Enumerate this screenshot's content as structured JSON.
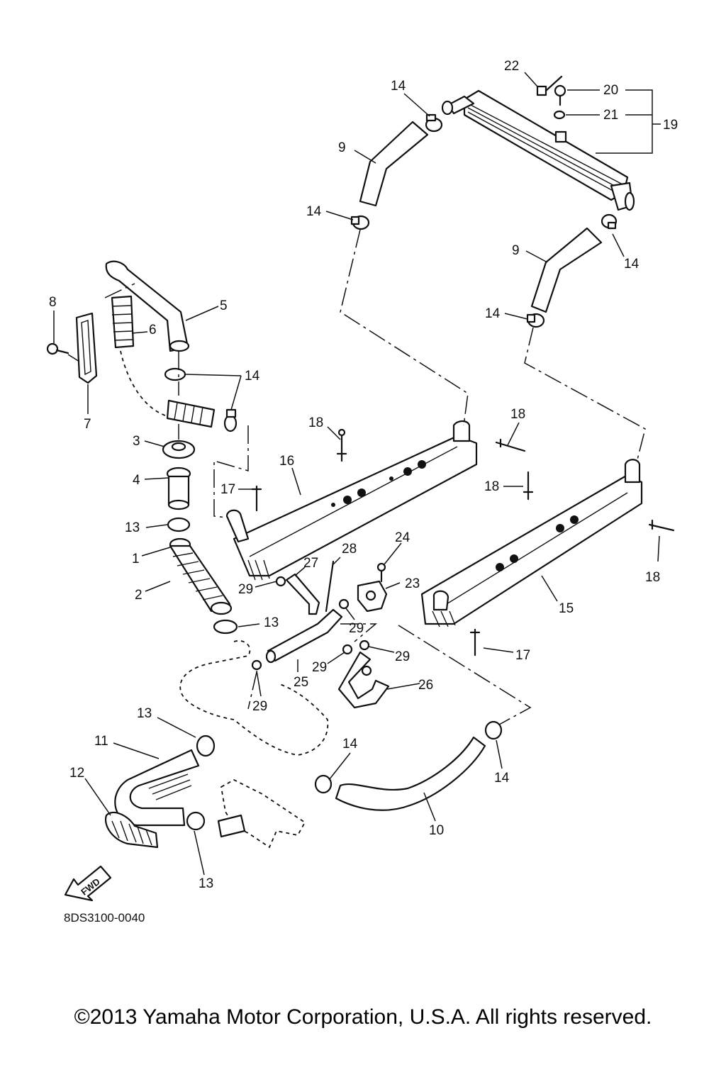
{
  "diagram": {
    "callouts": [
      {
        "id": "c22",
        "text": "22"
      },
      {
        "id": "c14a",
        "text": "14"
      },
      {
        "id": "c20",
        "text": "20"
      },
      {
        "id": "c21",
        "text": "21"
      },
      {
        "id": "c19",
        "text": "19"
      },
      {
        "id": "c9a",
        "text": "9"
      },
      {
        "id": "c14b",
        "text": "14"
      },
      {
        "id": "c9b",
        "text": "9"
      },
      {
        "id": "c14c",
        "text": "14"
      },
      {
        "id": "c8",
        "text": "8"
      },
      {
        "id": "c5",
        "text": "5"
      },
      {
        "id": "c14d",
        "text": "14"
      },
      {
        "id": "c6",
        "text": "6"
      },
      {
        "id": "c14e",
        "text": "14"
      },
      {
        "id": "c7",
        "text": "7"
      },
      {
        "id": "c18a",
        "text": "18"
      },
      {
        "id": "c18b",
        "text": "18"
      },
      {
        "id": "c3",
        "text": "3"
      },
      {
        "id": "c16",
        "text": "16"
      },
      {
        "id": "c18c",
        "text": "18"
      },
      {
        "id": "c4",
        "text": "4"
      },
      {
        "id": "c17a",
        "text": "17"
      },
      {
        "id": "c13a",
        "text": "13"
      },
      {
        "id": "c24",
        "text": "24"
      },
      {
        "id": "c28",
        "text": "28"
      },
      {
        "id": "c1",
        "text": "1"
      },
      {
        "id": "c27",
        "text": "27"
      },
      {
        "id": "c23",
        "text": "23"
      },
      {
        "id": "c18d",
        "text": "18"
      },
      {
        "id": "c29a",
        "text": "29"
      },
      {
        "id": "c2",
        "text": "2"
      },
      {
        "id": "c15",
        "text": "15"
      },
      {
        "id": "c13b",
        "text": "13"
      },
      {
        "id": "c29b",
        "text": "29"
      },
      {
        "id": "c17b",
        "text": "17"
      },
      {
        "id": "c29c",
        "text": "29"
      },
      {
        "id": "c29d",
        "text": "29"
      },
      {
        "id": "c25",
        "text": "25"
      },
      {
        "id": "c26",
        "text": "26"
      },
      {
        "id": "c29e",
        "text": "29"
      },
      {
        "id": "c13c",
        "text": "13"
      },
      {
        "id": "c11",
        "text": "11"
      },
      {
        "id": "c14f",
        "text": "14"
      },
      {
        "id": "c12",
        "text": "12"
      },
      {
        "id": "c14g",
        "text": "14"
      },
      {
        "id": "c10",
        "text": "10"
      },
      {
        "id": "c13d",
        "text": "13"
      }
    ],
    "fwd_label": "FWD",
    "drawing_code": "8DS3100-0040"
  },
  "copyright": "©2013 Yamaha Motor Corporation, U.S.A. All rights reserved."
}
